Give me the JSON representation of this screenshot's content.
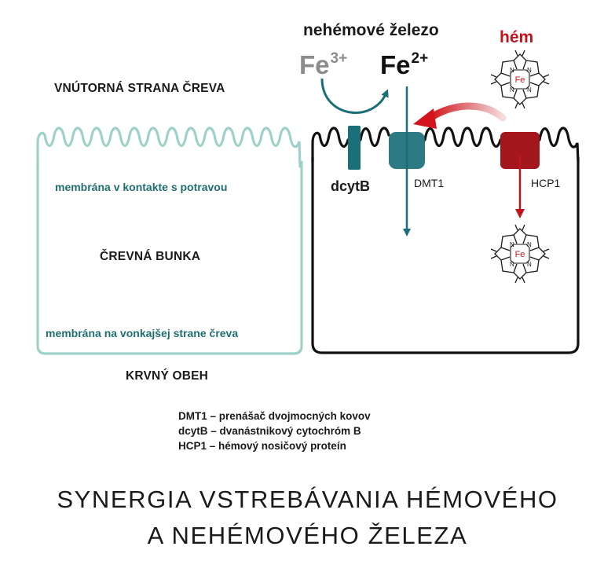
{
  "labels": {
    "nonheme_iron": "nehémové železo",
    "fe3": "Fe",
    "fe3_charge": "3+",
    "fe2": "Fe",
    "fe2_charge": "2+",
    "heme": "hém",
    "inner_side": "VNÚTORNÁ STRANA ČREVA",
    "apical_membrane": "membrána v kontakte s potravou",
    "cell": "ČREVNÁ BUNKA",
    "basal_membrane": "membrána na vonkajšej strane čreva",
    "blood": "KRVNÝ OBEH",
    "dcytb": "dcytB",
    "dmt1": "DMT1",
    "hcp1": "HCP1",
    "heme_fe_top": "Fe",
    "heme_fe_bottom": "Fe"
  },
  "legend": [
    "DMT1 – prenášač dvojmocných kovov",
    "dcytB – dvanástnikový cytochróm B",
    "HCP1 – hémový nosičový proteín"
  ],
  "title": {
    "line1": "SYNERGIA VSTREBÁVANIA HÉMOVÉHO",
    "line2": "A NEHÉMOVÉHO ŽELEZA"
  },
  "colors": {
    "teal_light": "#9fd1c9",
    "teal_dark": "#1a6f78",
    "red": "#c0141c",
    "dark_red": "#a3161b",
    "gray": "#8c8c8c",
    "black": "#111111"
  }
}
